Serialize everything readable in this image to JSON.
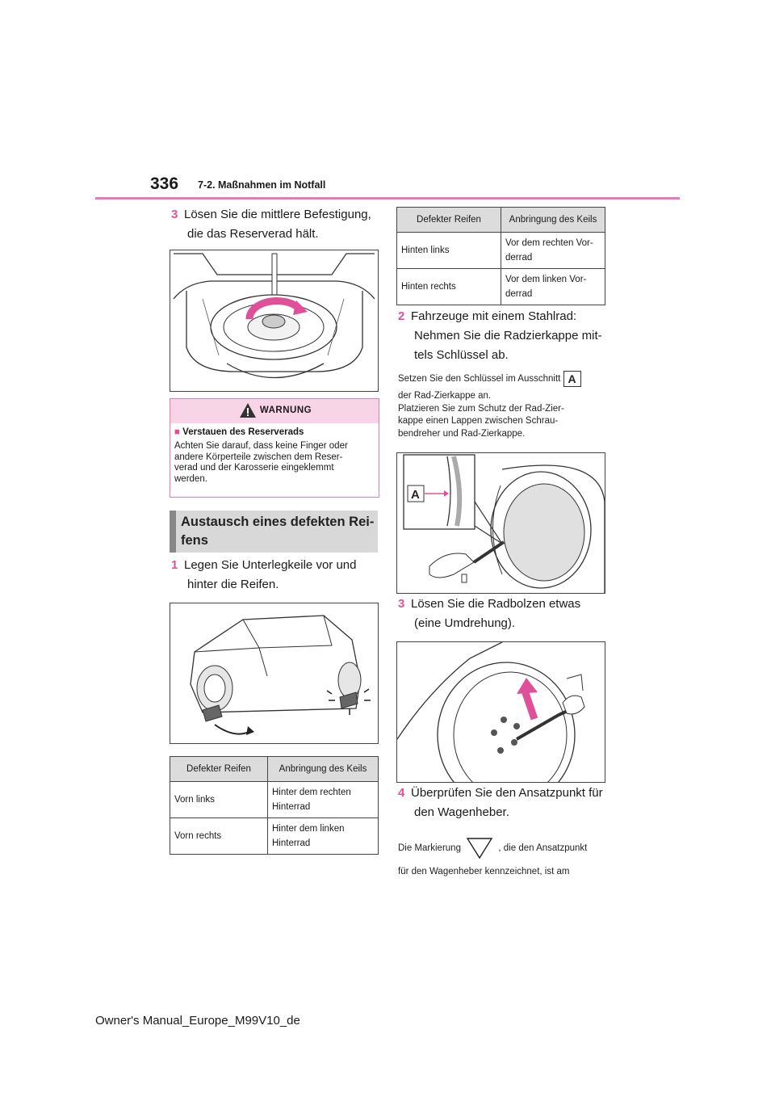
{
  "header": {
    "page_number": "336",
    "section": "7-2. Maßnahmen im Notfall"
  },
  "left": {
    "step3": {
      "num": "3",
      "line1": "Lösen Sie die mittlere Befestigung,",
      "line2": "die das Reserverad hält."
    },
    "warning": {
      "title": "WARNUNG",
      "subtitle": "Verstauen des Reserverads",
      "bullet": "■",
      "lines": [
        "Achten Sie darauf, dass keine Finger oder",
        "andere Körperteile zwischen dem Reser-",
        "verad und der Karosserie eingeklemmt",
        "werden."
      ]
    },
    "heading": {
      "line1": "Austausch eines defekten Rei-",
      "line2": "fens"
    },
    "step1": {
      "num": "1",
      "line1": "Legen Sie Unterlegkeile vor und",
      "line2": "hinter die Reifen."
    },
    "table": {
      "headers": [
        "Defekter Reifen",
        "Anbringung des Keils"
      ],
      "rows": [
        {
          "tire": "Vorn links",
          "wedge1": "Hinter dem rechten",
          "wedge2": "Hinterrad"
        },
        {
          "tire": "Vorn rechts",
          "wedge1": "Hinter dem linken",
          "wedge2": "Hinterrad"
        }
      ]
    }
  },
  "right": {
    "table": {
      "headers": [
        "Defekter Reifen",
        "Anbringung des Keils"
      ],
      "rows": [
        {
          "tire": "Hinten links",
          "wedge1": "Vor dem rechten Vor-",
          "wedge2": "derrad"
        },
        {
          "tire": "Hinten rechts",
          "wedge1": "Vor dem linken Vor-",
          "wedge2": "derrad"
        }
      ]
    },
    "step2": {
      "num": "2",
      "line1": "Fahrzeuge mit einem Stahlrad:",
      "line2": "Nehmen Sie die Radzierkappe mit-",
      "line3": "tels Schlüssel ab."
    },
    "note2": {
      "line1": "Setzen Sie den Schlüssel im Ausschnitt",
      "label": "A",
      "line2": "der Rad-Zierkappe an.",
      "line3": "Platzieren Sie zum Schutz der Rad-Zier-",
      "line4": "kappe einen Lappen zwischen Schrau-",
      "line5": "bendreher und Rad-Zierkappe."
    },
    "callout_label": "A",
    "step3": {
      "num": "3",
      "line1": "Lösen Sie die Radbolzen etwas",
      "line2": "(eine Umdrehung)."
    },
    "step4": {
      "num": "4",
      "line1": "Überprüfen Sie den Ansatzpunkt für",
      "line2": "den Wagenheber."
    },
    "note4": {
      "before": "Die Markierung",
      "after": ", die den Ansatzpunkt",
      "line2": "für den Wagenheber kennzeichnet, ist am"
    }
  },
  "footer": {
    "text": "Owner's Manual_Europe_M99V10_de"
  }
}
